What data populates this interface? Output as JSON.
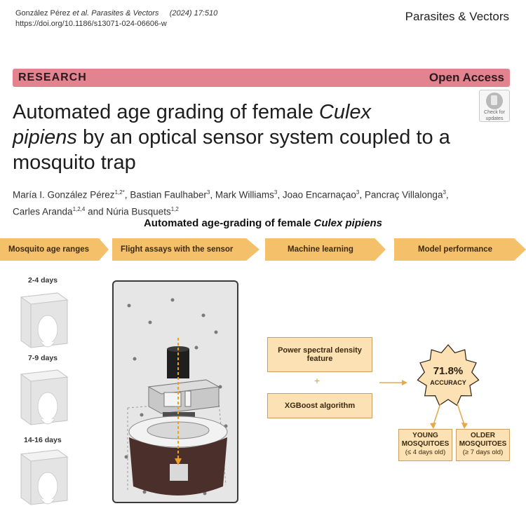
{
  "header": {
    "authors_short": "González Pérez",
    "etal": "et al.",
    "journal": "Parasites & Vectors",
    "year_vol": "(2024) 17:510",
    "doi": "https://doi.org/10.1186/s13071-024-06606-w",
    "journal_right": "Parasites & Vectors"
  },
  "banner": {
    "section": "RESEARCH",
    "access": "Open Access",
    "accent_color": "#e3838f"
  },
  "check_updates": {
    "line1": "Check for",
    "line2": "updates"
  },
  "article": {
    "title_part1": "Automated age grading of female ",
    "title_italic1": "Culex",
    "title_italic2": "pipiens",
    "title_part2": " by an optical sensor system coupled to a mosquito trap",
    "authors": [
      {
        "name": "María I. González Pérez",
        "aff": "1,2*",
        "sep": ", "
      },
      {
        "name": "Bastian Faulhaber",
        "aff": "3",
        "sep": ", "
      },
      {
        "name": "Mark Williams",
        "aff": "3",
        "sep": ", "
      },
      {
        "name": "Joao Encarnaçao",
        "aff": "3",
        "sep": ", "
      },
      {
        "name": "Pancraç Villalonga",
        "aff": "3",
        "sep": ", "
      },
      {
        "name": "Carles Aranda",
        "aff": "1,2,4",
        "sep": " and "
      },
      {
        "name": "Núria Busquets",
        "aff": "1,2",
        "sep": ""
      }
    ]
  },
  "figure": {
    "title_part1": "Automated  age-grading of female ",
    "title_italic": "Culex pipiens",
    "steps": [
      "Mosquito age ranges",
      "Flight assays with the sensor",
      "Machine learning",
      "Model performance"
    ],
    "step_color": "#f4c16a",
    "age_ranges": [
      "2-4 days",
      "7-9 days",
      "14-16 days"
    ],
    "features": [
      "Power spectral density feature",
      "XGBoost algorithm"
    ],
    "plus": "+",
    "accuracy_value": "71.8%",
    "accuracy_label": "ACCURACY",
    "classes": [
      {
        "name": "YOUNG MOSQUITOES",
        "detail": "(≤ 4 days old)"
      },
      {
        "name": "OLDER MOSQUITOES",
        "detail": "(≥ 7 days old)"
      }
    ]
  }
}
